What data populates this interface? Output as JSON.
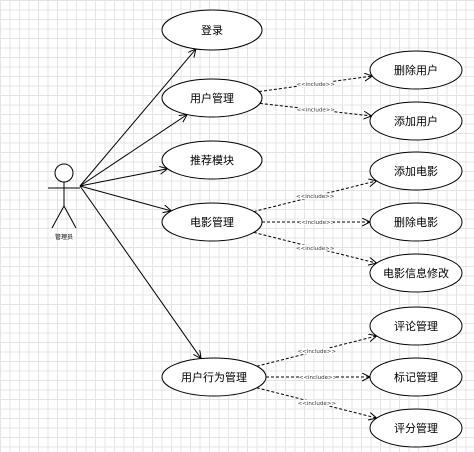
{
  "actor": {
    "label": "管理员"
  },
  "relation_label": "<<include>>",
  "use_cases": [
    {
      "id": "login",
      "label": "登录"
    },
    {
      "id": "user_mgmt",
      "label": "用户管理"
    },
    {
      "id": "recommend",
      "label": "推荐模块"
    },
    {
      "id": "movie_mgmt",
      "label": "电影管理"
    },
    {
      "id": "behavior_mgmt",
      "label": "用户行为管理"
    },
    {
      "id": "del_user",
      "label": "删除用户"
    },
    {
      "id": "add_user",
      "label": "添加用户"
    },
    {
      "id": "add_movie",
      "label": "添加电影"
    },
    {
      "id": "del_movie",
      "label": "删除电影"
    },
    {
      "id": "edit_movie",
      "label": "电影信息修改"
    },
    {
      "id": "comment_mgmt",
      "label": "评论管理"
    },
    {
      "id": "tag_mgmt",
      "label": "标记管理"
    },
    {
      "id": "rating_mgmt",
      "label": "评分管理"
    }
  ],
  "associations": [
    "login",
    "user_mgmt",
    "recommend",
    "movie_mgmt",
    "behavior_mgmt"
  ],
  "includes": [
    {
      "from": "user_mgmt",
      "to": "del_user"
    },
    {
      "from": "user_mgmt",
      "to": "add_user"
    },
    {
      "from": "movie_mgmt",
      "to": "add_movie"
    },
    {
      "from": "movie_mgmt",
      "to": "del_movie"
    },
    {
      "from": "movie_mgmt",
      "to": "edit_movie"
    },
    {
      "from": "behavior_mgmt",
      "to": "comment_mgmt"
    },
    {
      "from": "behavior_mgmt",
      "to": "tag_mgmt"
    },
    {
      "from": "behavior_mgmt",
      "to": "rating_mgmt"
    }
  ]
}
